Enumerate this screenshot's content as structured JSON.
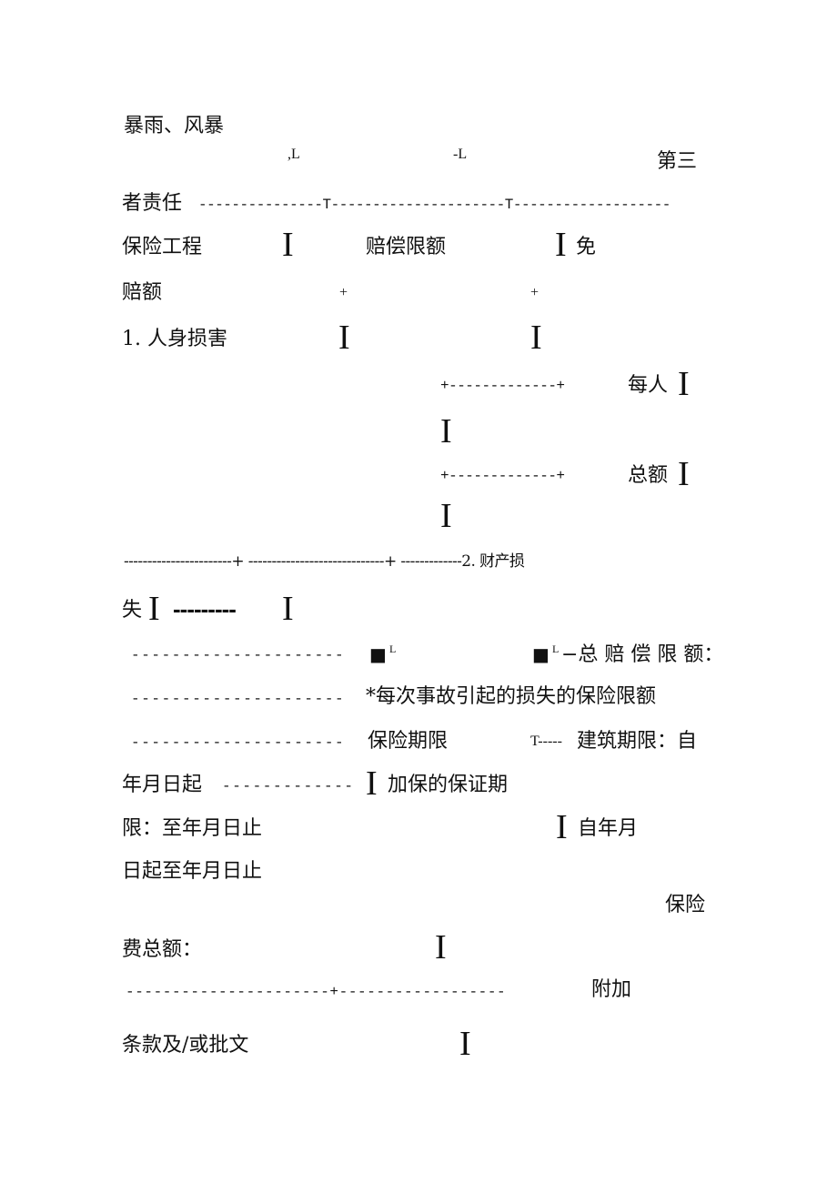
{
  "lines": {
    "l1": "暴雨、风暴",
    "l2a": ",L",
    "l2b": "-L",
    "l2c": "第三",
    "l3a": "者责任",
    "l3b": "---------------T---------------------T-------------------",
    "l4a": "保险工程",
    "l4b": "I",
    "l4c": "赔偿限额",
    "l4d": "I",
    "l4e": "免",
    "l5a": "赔额",
    "l5b": "+",
    "l5c": "+",
    "l6a": "1. 人身损害",
    "l6b": "I",
    "l6c": "I",
    "l7a": "+-------------+",
    "l7b": "每人",
    "l7c": "I",
    "l8a": "I",
    "l9a": "+-------------+",
    "l9b": "总额",
    "l9c": "I",
    "l10a": "I",
    "l11a": "-----------------------+ -----------------------------+ -------------2. 财产损",
    "l12a": "失",
    "l12b": "I",
    "l12c": "---------",
    "l12d": "I",
    "l13a": "---------------------",
    "l13b": "■",
    "l13c": "L",
    "l13d": "■",
    "l13e": "L",
    "l13f": "−总 赔 偿 限 额：",
    "l14a": "---------------------",
    "l14b": "*每次事故引起的损失的保险限额",
    "l15a": "---------------------",
    "l15b": "保险期限",
    "l15c": "T-----",
    "l15d": "建筑期限：自",
    "l16a": "年月日起",
    "l16b": "-------------",
    "l16c": "I",
    "l16d": "加保的保证期",
    "l17a": "限：至年月日止",
    "l17b": "I",
    "l17c": "自年月",
    "l18a": "日起至年月日止",
    "l19a": "保险",
    "l20a": "费总额：",
    "l20b": "I",
    "l21a": "----------------------+------------------",
    "l21b": "附加",
    "l22a": "条款及/或批文",
    "l22b": "I"
  }
}
